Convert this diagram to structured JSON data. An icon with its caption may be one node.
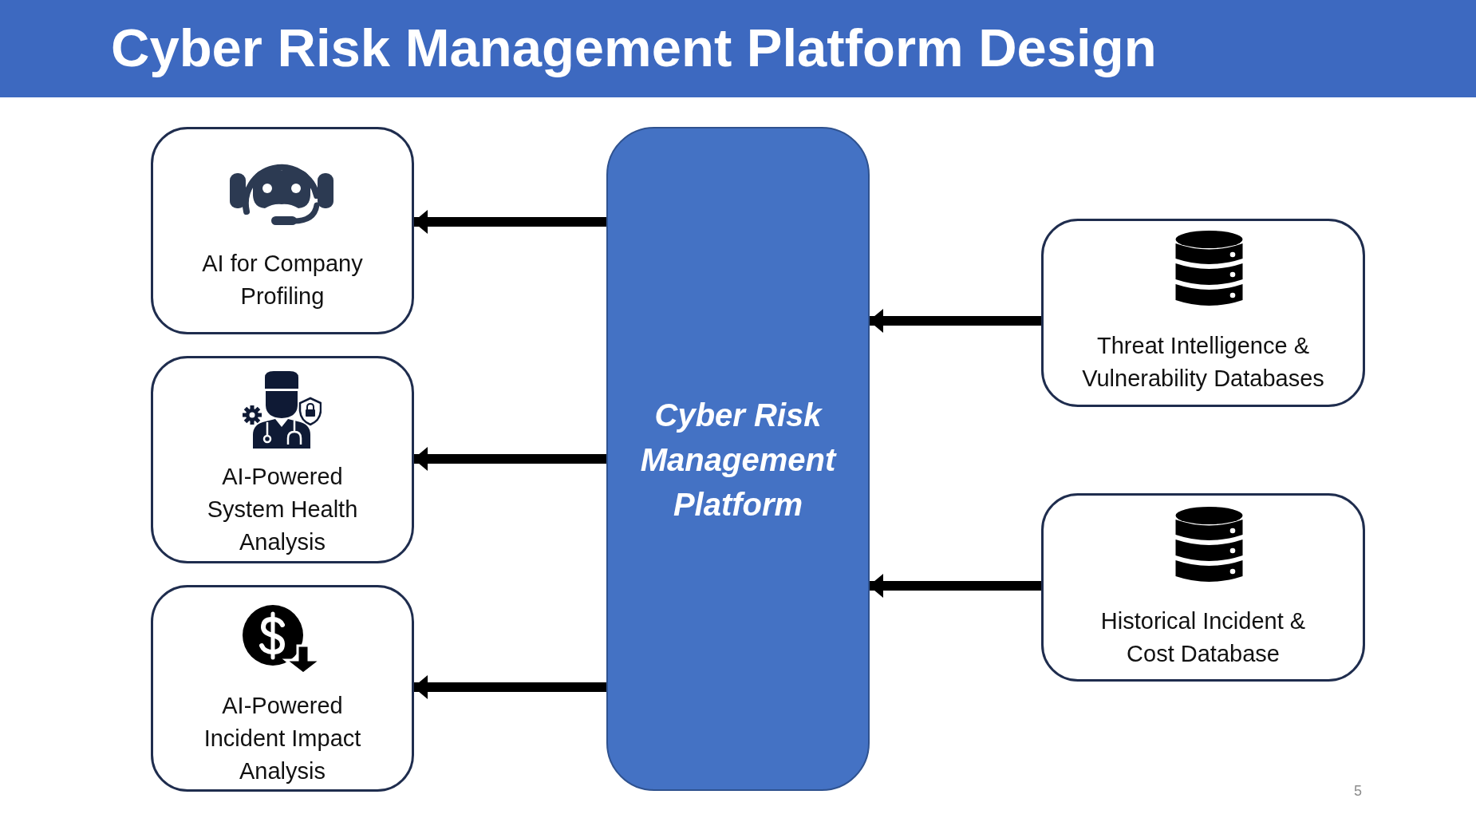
{
  "diagram": {
    "title": "Cyber Risk Management Platform Design",
    "nodes": [
      {
        "text": [
          "AI for Company Profiling"
        ]
      },
      {
        "text": [
          "AI-Powered System Health Analysis"
        ]
      },
      {
        "text": [
          "AI-Powered Incident Impact Analysis"
        ]
      },
      {
        "text": [
          "Cyber Risk Management Platform"
        ]
      },
      {
        "text": [
          "Threat Intelligence & Vulnerability Databases"
        ]
      },
      {
        "text": [
          "Historical Incident & Cost Database"
        ]
      }
    ],
    "edges": [
      {
        "from": 3,
        "to": 0,
        "arrow": "to"
      },
      {
        "from": 3,
        "to": 1,
        "arrow": "to"
      },
      {
        "from": 3,
        "to": 2,
        "arrow": "to"
      },
      {
        "from": 4,
        "to": 3,
        "arrow": "to"
      },
      {
        "from": 5,
        "to": 3,
        "arrow": "to"
      }
    ],
    "labels": [
      "5"
    ]
  }
}
